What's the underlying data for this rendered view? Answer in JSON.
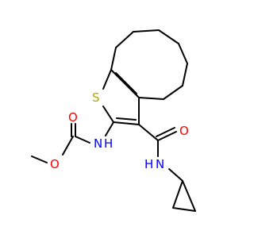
{
  "atoms": {
    "sulfur": {
      "symbol": "S",
      "color": "#b8a400"
    },
    "amide_nitrogen": {
      "symbol": "N",
      "hydrogen": "H",
      "color": "#0000ff"
    },
    "carbamate_nitrogen": {
      "symbol": "N",
      "hydrogen": "H",
      "color": "#0000ff"
    },
    "amide_oxygen": {
      "symbol": "O",
      "color": "#ff0000"
    },
    "carbonyl_oxygen": {
      "symbol": "O",
      "color": "#ff0000"
    },
    "ester_oxygen": {
      "symbol": "O",
      "color": "#ff0000"
    }
  },
  "bond_color": "#000000"
}
